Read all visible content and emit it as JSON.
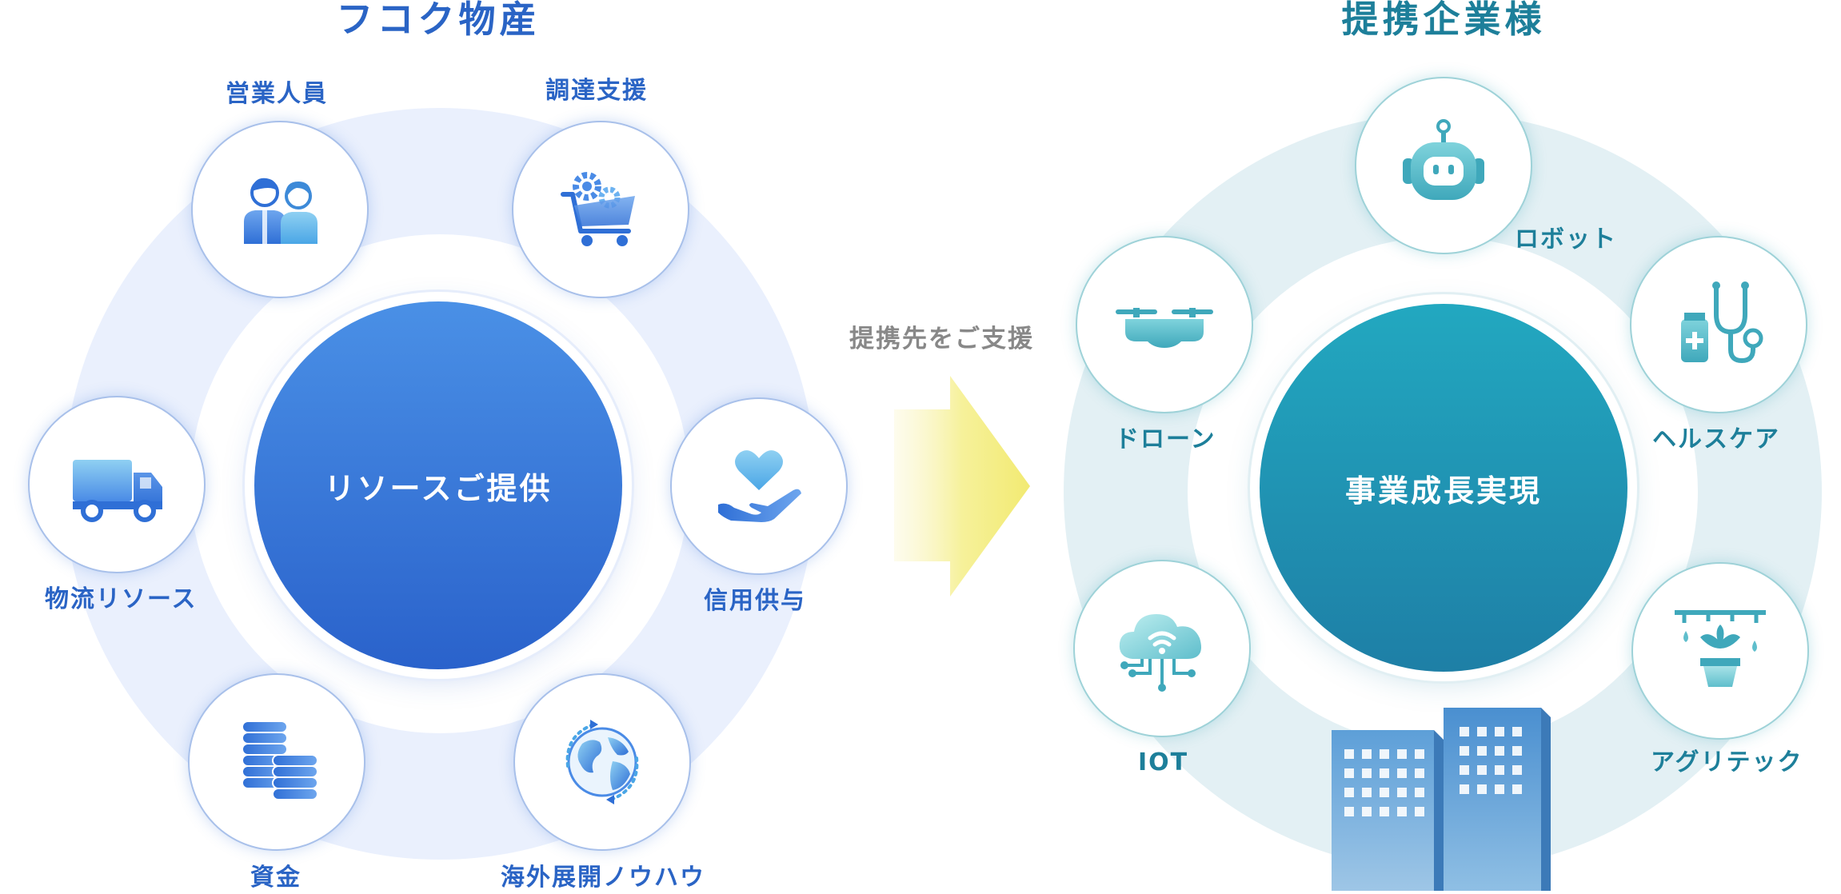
{
  "left": {
    "title": "フコク物産",
    "center_label": "リソースご提供",
    "nodes": [
      {
        "label": "営業人員",
        "icon": "people-icon"
      },
      {
        "label": "調達支援",
        "icon": "shopping-cart-gears-icon"
      },
      {
        "label": "信用供与",
        "icon": "heart-hand-icon"
      },
      {
        "label": "海外展開ノウハウ",
        "icon": "globe-cycle-icon"
      },
      {
        "label": "資金",
        "icon": "coins-stack-icon"
      },
      {
        "label": "物流リソース",
        "icon": "truck-icon"
      }
    ]
  },
  "arrow": {
    "caption": "提携先をご支援"
  },
  "right": {
    "title": "提携企業様",
    "center_label": "事業成長実現",
    "nodes": [
      {
        "label": "ロボット",
        "icon": "robot-icon"
      },
      {
        "label": "ヘルスケア",
        "icon": "stethoscope-icon"
      },
      {
        "label": "アグリテック",
        "icon": "plant-irrigation-icon"
      },
      {
        "label": "IOT",
        "icon": "cloud-network-icon"
      },
      {
        "label": "ドローン",
        "icon": "drone-icon"
      }
    ],
    "illustration": "office-buildings-icon"
  },
  "colors": {
    "left_primary": "#2a64c5",
    "right_primary": "#1d7f9a",
    "arrow": "#f4ee82"
  }
}
